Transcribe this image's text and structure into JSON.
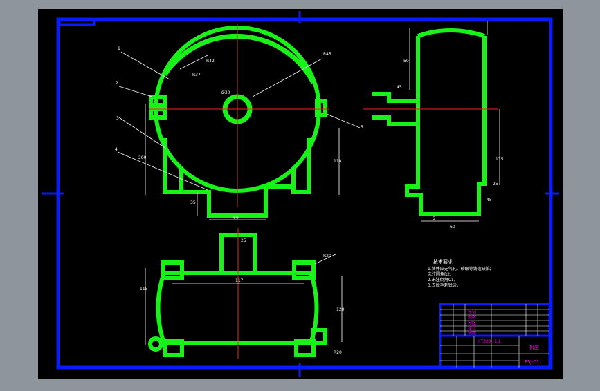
{
  "colors": {
    "viewport_bg": "#8f959c",
    "sheet_bg": "#000000",
    "border": "#0a1cff",
    "part": "#19f219",
    "dim": "#ffffff",
    "center": "#ff2020",
    "title_text": "#ff00ff"
  },
  "callouts": {
    "c1": "1",
    "c2": "2",
    "c3": "3",
    "c4": "4",
    "c5": "5"
  },
  "front_view": {
    "dim_top_left": "R42",
    "dim_inner": "R37",
    "dim_right": "R45",
    "dim_left_height": "200",
    "dim_right_height": "110",
    "dim_base": "60",
    "dim_small": "35",
    "dim_ring": "Ø30"
  },
  "side_view": {
    "dim_top": "50",
    "dim_mid": "45",
    "dim_height": "175",
    "dim_bottom": "45",
    "dim_base_left": "5",
    "dim_base_right": "60",
    "dim_small_right": "25"
  },
  "top_view": {
    "dim_center_length": "117",
    "dim_neck": "25",
    "dim_left_height": "115",
    "dim_right_height": "120",
    "dim_corner": "R20",
    "dim_bottom_corner": "R20"
  },
  "tech_notes": {
    "title": "技术要求",
    "line1": "1.铸件应无气孔、砂眼等铸造缺陷;",
    "line2": "  未注圆角R2;",
    "line3": "2.未注倒角C1。",
    "line4": "3.去除毛刺锐边。"
  },
  "title_block": {
    "scale": "1:1",
    "part_name": "机座",
    "drawing_no": "FSJ-01",
    "material": "HT200",
    "rows": [
      "标记",
      "处数",
      "分区",
      "设计",
      "审核"
    ]
  }
}
